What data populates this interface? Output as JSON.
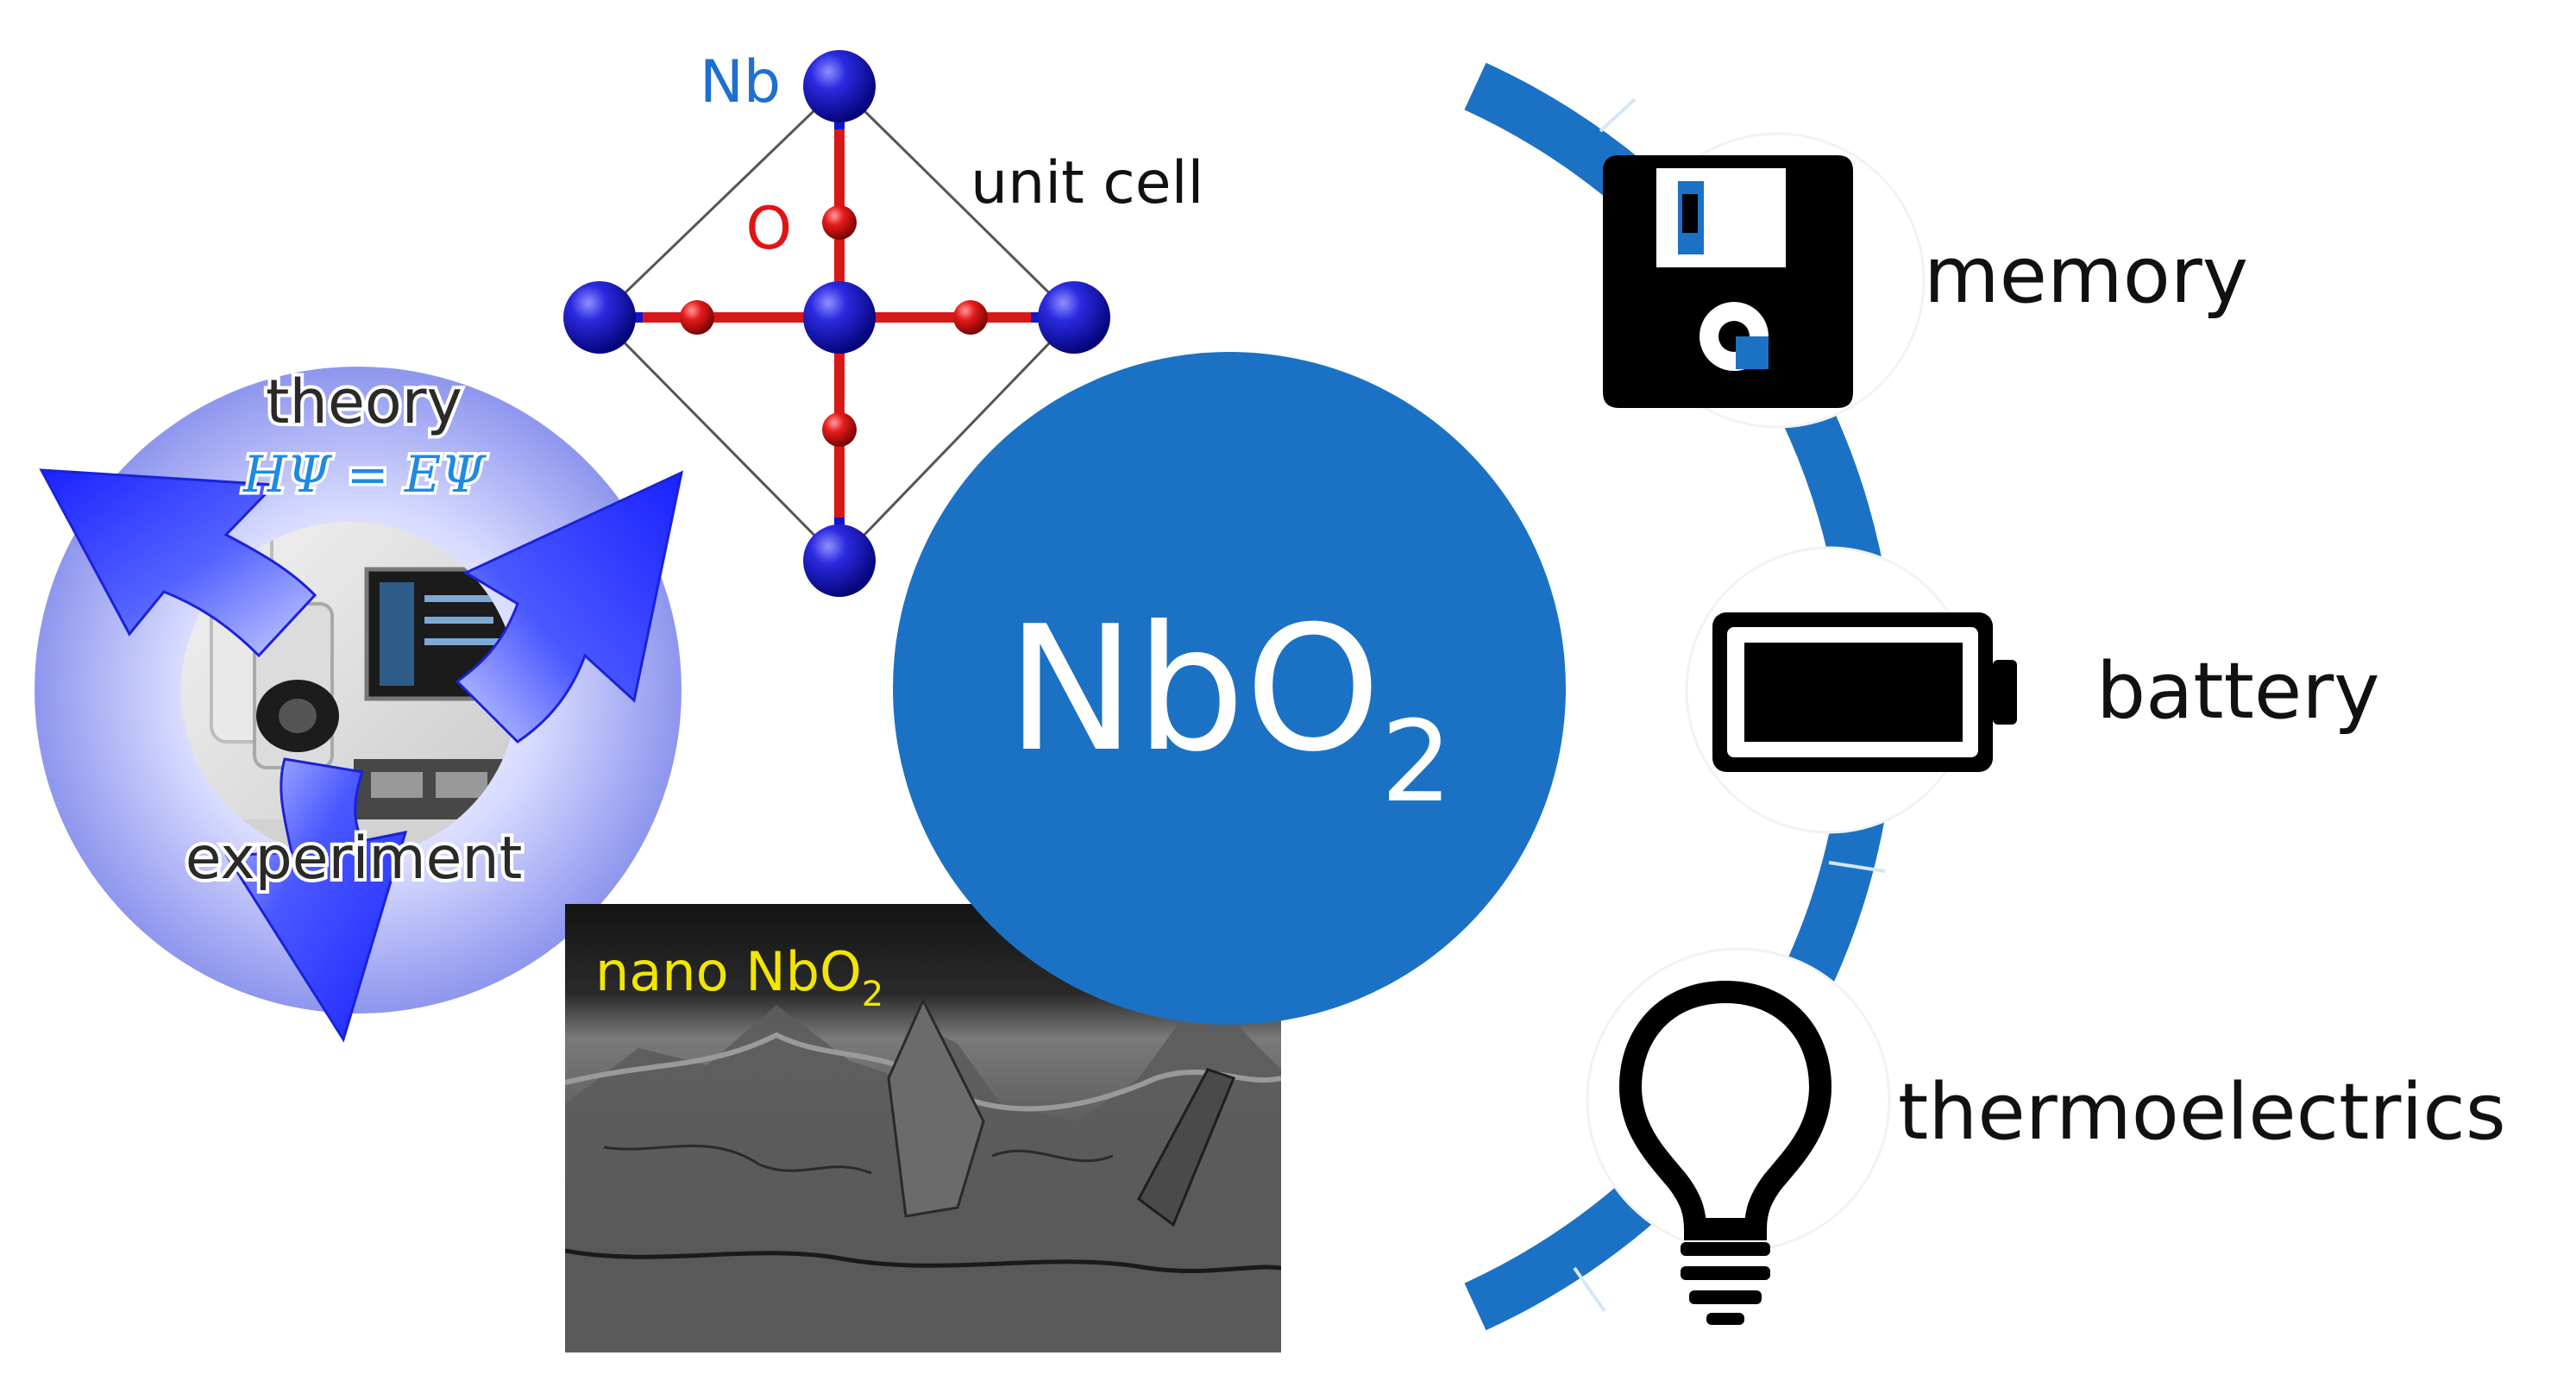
{
  "center": {
    "formula_base": "NbO",
    "formula_sub": "2"
  },
  "unit_cell": {
    "caption": "unit cell",
    "atom_nb": "Nb",
    "atom_o": "O"
  },
  "cycle": {
    "top_label": "theory",
    "equation": "HΨ = EΨ",
    "bottom_label": "experiment"
  },
  "micrograph": {
    "label_base": "nano NbO",
    "label_sub": "2"
  },
  "applications": [
    {
      "label": "memory",
      "icon": "floppy-disk-icon"
    },
    {
      "label": "battery",
      "icon": "battery-icon"
    },
    {
      "label": "thermoelectrics",
      "icon": "light-bulb-icon"
    }
  ],
  "colors": {
    "primary_blue": "#1b72c4",
    "atom_nb": "#1414c8",
    "atom_o": "#e01414",
    "label_nb": "#1f6fd0",
    "label_o": "#e01414",
    "micrograph_label": "#f2e600",
    "equation": "#1f8ae0",
    "icon_black": "#000000"
  }
}
